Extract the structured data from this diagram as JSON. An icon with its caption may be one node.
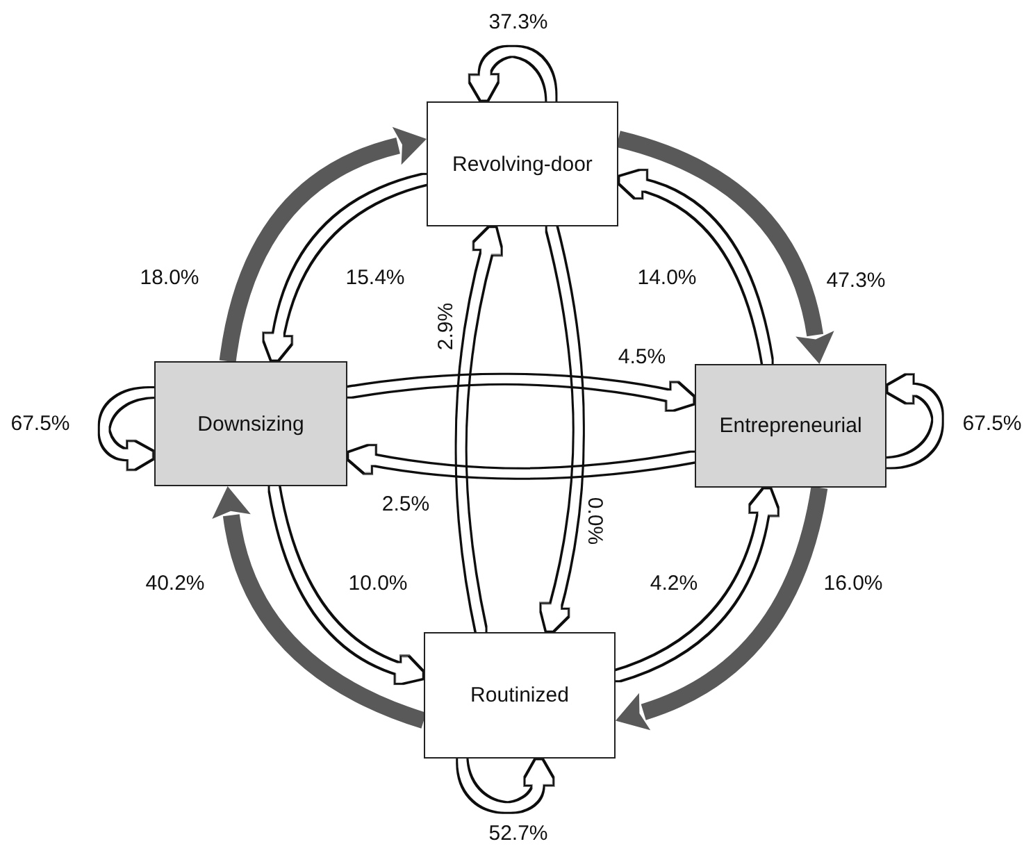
{
  "diagram": {
    "nodes": [
      {
        "text": [
          "Revolving-door"
        ]
      },
      {
        "text": [
          "Downsizing"
        ]
      },
      {
        "text": [
          "Entrepreneurial"
        ]
      },
      {
        "text": [
          "Routinized"
        ]
      }
    ],
    "edges": [
      {
        "from": 0,
        "to": 0,
        "arrow": "to",
        "label": "37.3%"
      },
      {
        "from": 1,
        "to": 1,
        "arrow": "to",
        "label": "67.5%"
      },
      {
        "from": 2,
        "to": 2,
        "arrow": "to",
        "label": "67.5%"
      },
      {
        "from": 3,
        "to": 3,
        "arrow": "to",
        "label": "52.7%"
      },
      {
        "from": 1,
        "to": 0,
        "arrow": "to",
        "label": "18.0%",
        "style": "thick",
        "color": "#595959"
      },
      {
        "from": 0,
        "to": 2,
        "arrow": "to",
        "label": "47.3%",
        "style": "thick",
        "color": "#595959"
      },
      {
        "from": 2,
        "to": 3,
        "arrow": "to",
        "label": "16.0%",
        "style": "thick",
        "color": "#595959"
      },
      {
        "from": 3,
        "to": 1,
        "arrow": "to",
        "label": "40.2%",
        "style": "thick",
        "color": "#595959"
      },
      {
        "from": 0,
        "to": 1,
        "arrow": "to",
        "label": "15.4%"
      },
      {
        "from": 2,
        "to": 0,
        "arrow": "to",
        "label": "14.0%"
      },
      {
        "from": 1,
        "to": 3,
        "arrow": "to",
        "label": "10.0%"
      },
      {
        "from": 3,
        "to": 2,
        "arrow": "to",
        "label": "4.2%"
      },
      {
        "from": 1,
        "to": 2,
        "arrow": "to",
        "label": "4.5%"
      },
      {
        "from": 2,
        "to": 1,
        "arrow": "to",
        "label": "2.5%"
      },
      {
        "from": 3,
        "to": 0,
        "arrow": "to",
        "label": "2.9%"
      },
      {
        "from": 0,
        "to": 3,
        "arrow": "to",
        "label": "0.0%"
      }
    ]
  }
}
